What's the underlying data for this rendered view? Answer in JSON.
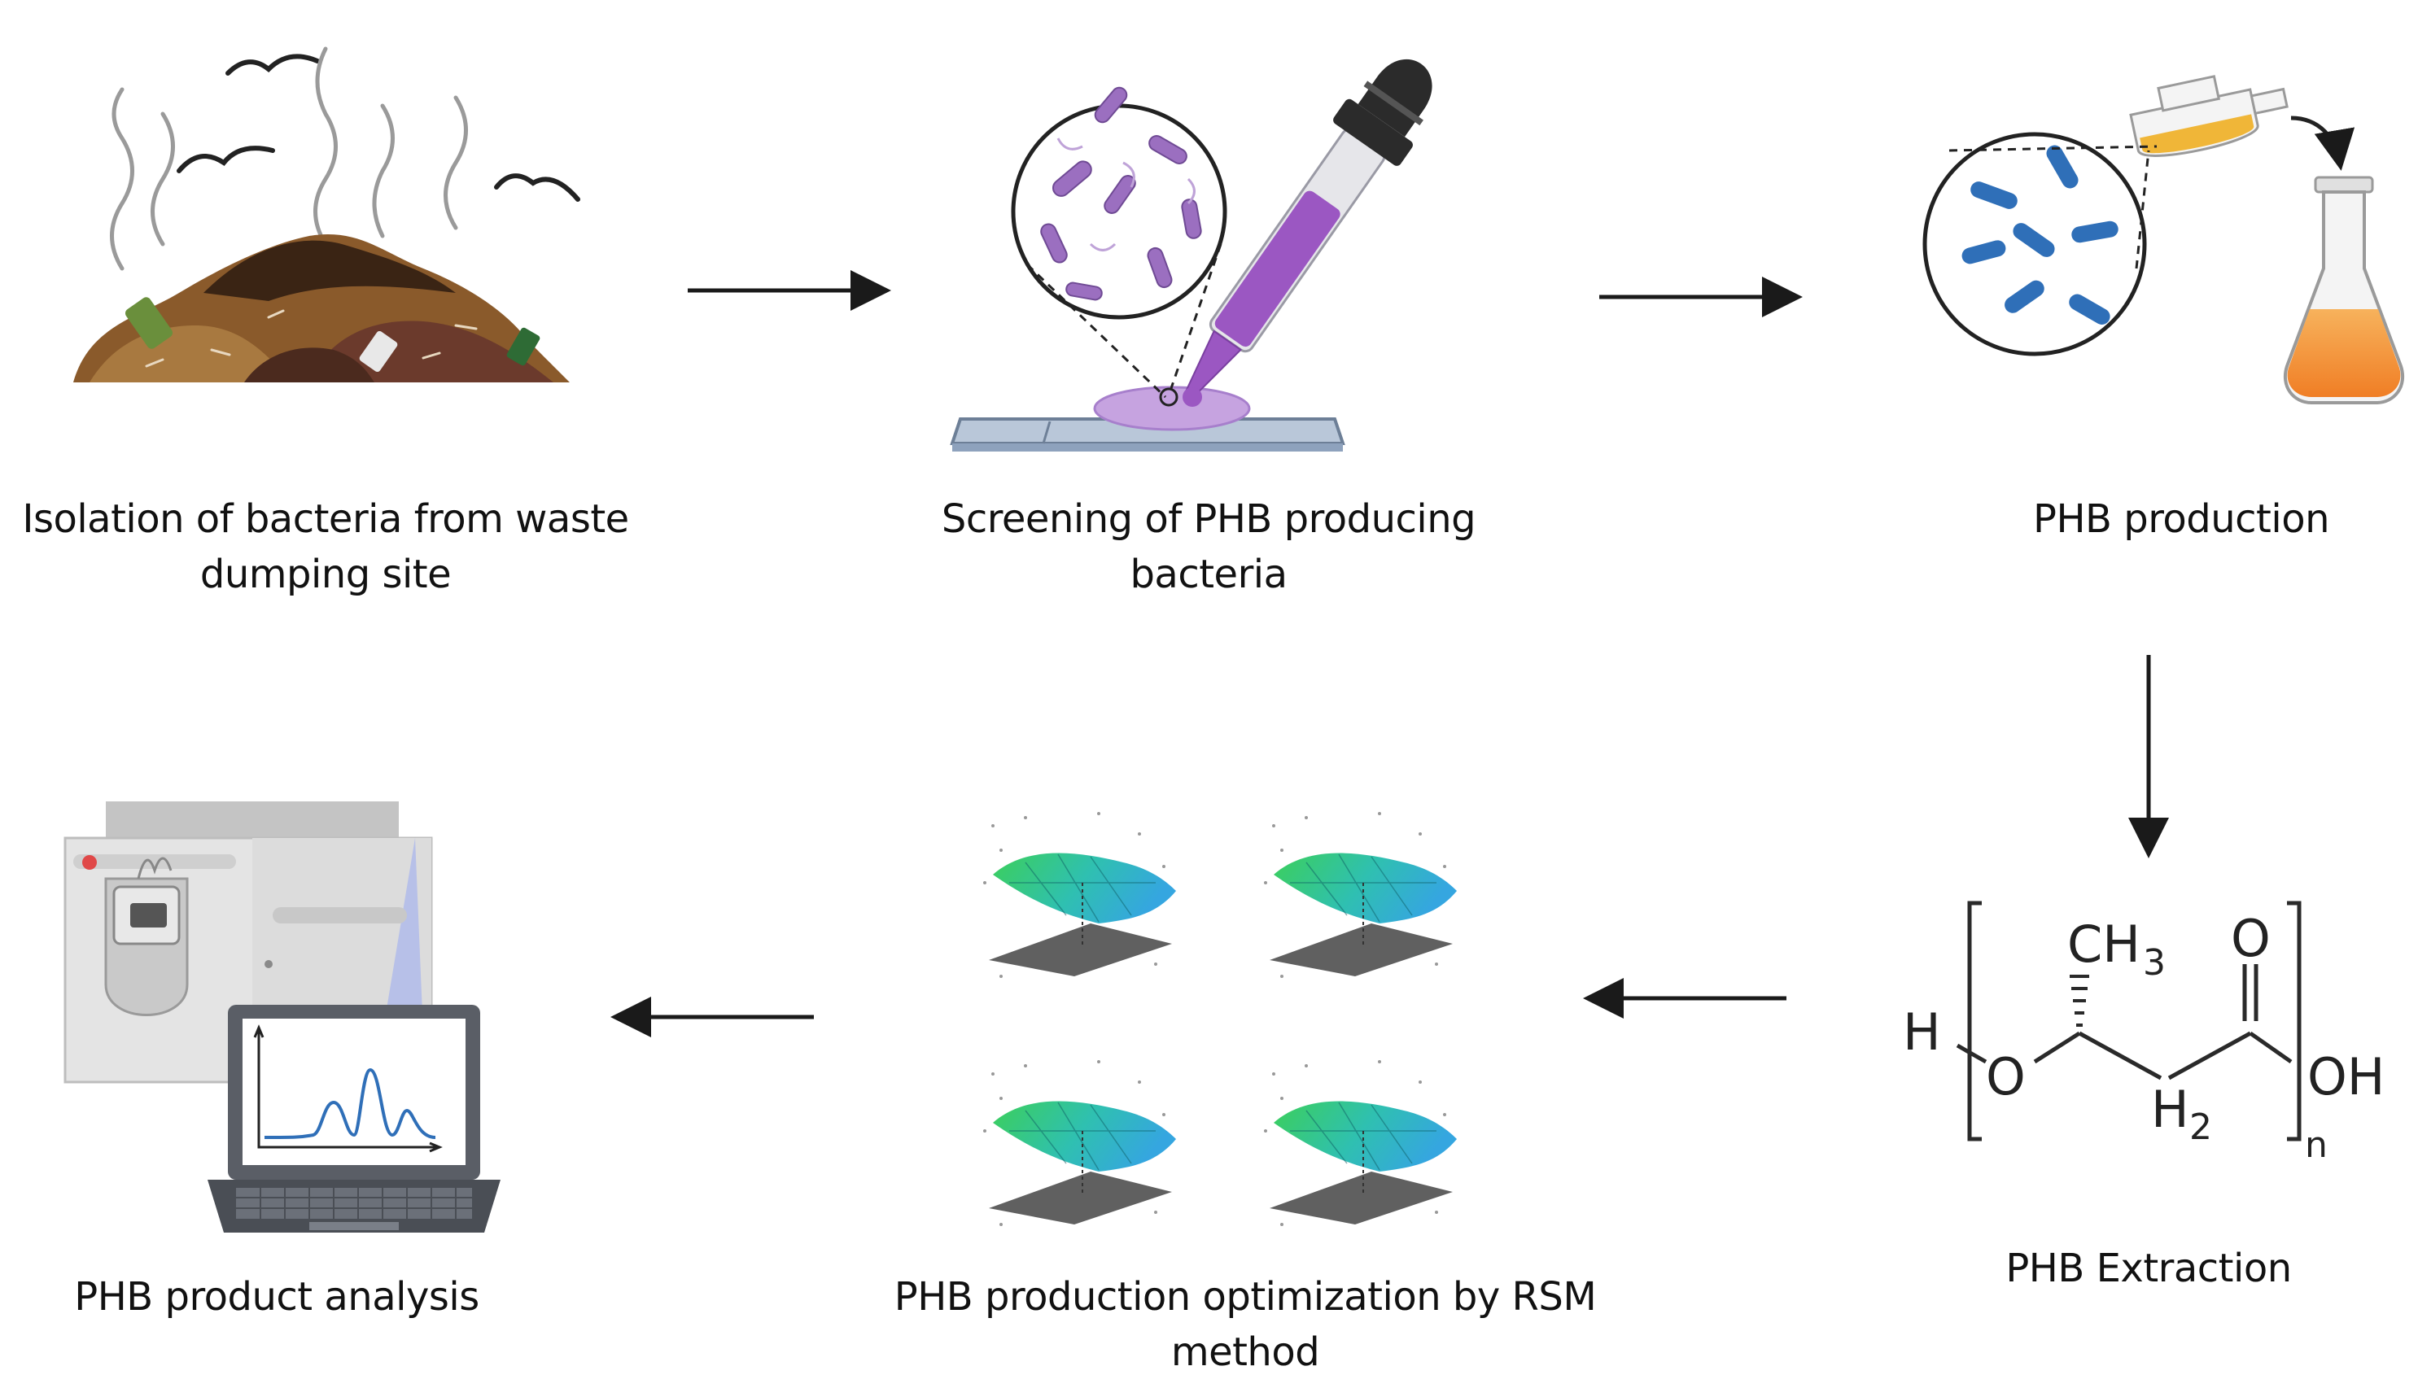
{
  "colors": {
    "arrow": "#1a1a1a",
    "bacteria_purple": "#9b6fc0",
    "bacteria_blue": "#2f6fb8",
    "medium_orange": "#f39a3c",
    "surface_green": "#3ccf5a",
    "surface_blue": "#35a6e0",
    "surface_base": "#606060"
  },
  "steps": [
    {
      "label_lines": [
        "Isolation of bacteria from waste",
        "dumping site"
      ],
      "icon": "waste-dump-icon"
    },
    {
      "label_lines": [
        "Screening  of  PHB producing",
        "bacteria"
      ],
      "icon": "dropper-slide-icon"
    },
    {
      "label_lines": [
        "PHB production"
      ],
      "icon": "flask-culture-icon"
    },
    {
      "label_lines": [
        "PHB Extraction"
      ],
      "icon": "phb-structure-icon"
    },
    {
      "label_lines": [
        "PHB  production optimization by RSM",
        "method"
      ],
      "icon": "response-surface-icon"
    },
    {
      "label_lines": [
        "PHB product analysis"
      ],
      "icon": "hplc-laptop-icon"
    }
  ],
  "chemical": {
    "ch3": "CH",
    "ch3_sub": "3",
    "o_carbonyl": "O",
    "h": "H",
    "o_ester": "O",
    "h2": "H",
    "h2_sub": "2",
    "oh": "OH",
    "n": "n"
  }
}
